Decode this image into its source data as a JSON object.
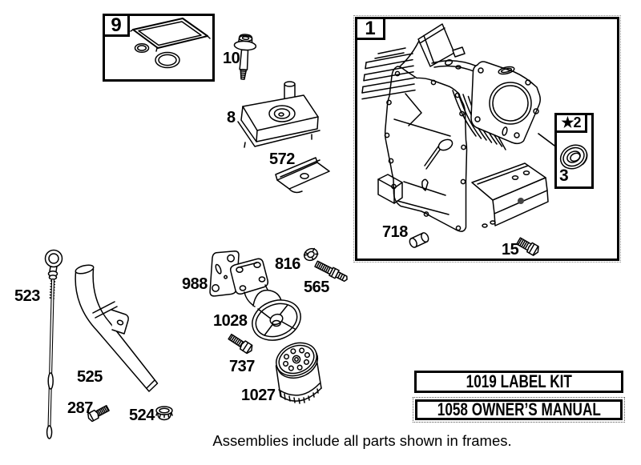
{
  "colors": {
    "line": "#000000",
    "background": "#ffffff"
  },
  "caption": "Assemblies include all parts shown in frames.",
  "frames": {
    "frame9": {
      "label": "9"
    },
    "frame1": {
      "label": "1"
    },
    "frame2": {
      "label": "★2",
      "seal_label": "3"
    }
  },
  "callouts": {
    "c10": "10",
    "c8": "8",
    "c572": "572",
    "c718": "718",
    "c15": "15",
    "c523": "523",
    "c525": "525",
    "c287": "287",
    "c524": "524",
    "c988": "988",
    "c816": "816",
    "c565": "565",
    "c1028": "1028",
    "c737": "737",
    "c1027": "1027"
  },
  "info_boxes": {
    "label_kit": "1019 LABEL KIT",
    "owners_manual": "1058 OWNER’S MANUAL"
  }
}
